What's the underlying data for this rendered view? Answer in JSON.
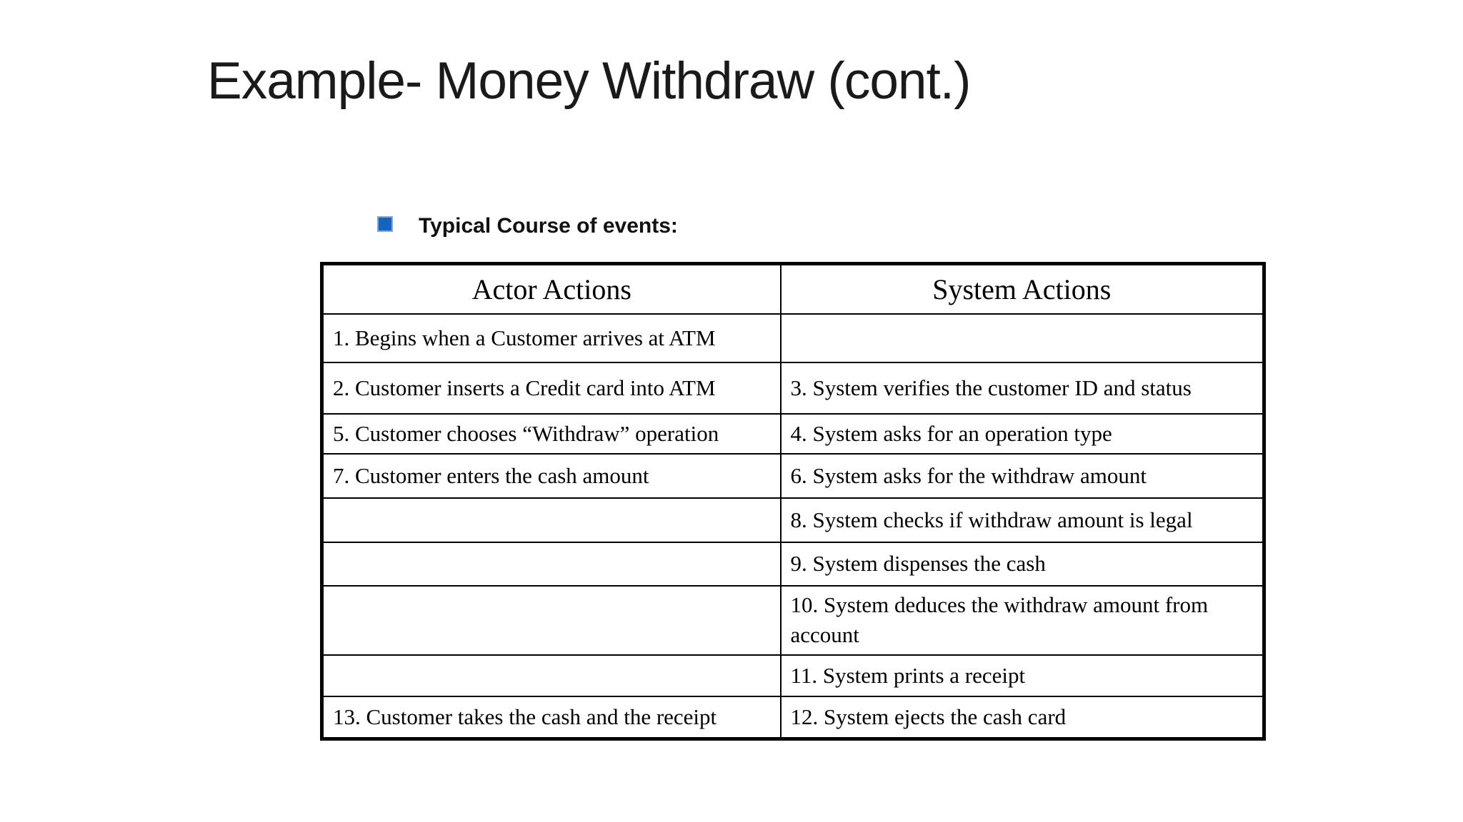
{
  "slide": {
    "title": "Example- Money Withdraw (cont.)",
    "bullet": {
      "label": "Typical Course of events:",
      "marker_color": "#1565c0"
    },
    "table": {
      "headers": {
        "actor": "Actor Actions",
        "system": "System Actions"
      },
      "rows": [
        {
          "actor": "1. Begins when a Customer arrives at ATM",
          "system": ""
        },
        {
          "actor": "2. Customer inserts a Credit card into ATM",
          "system": "3. System verifies the customer ID and status"
        },
        {
          "actor": "5. Customer chooses  “Withdraw” operation",
          "system": "4. System asks for an operation type"
        },
        {
          "actor": "7. Customer enters the cash amount",
          "system": "6. System asks for the withdraw amount"
        },
        {
          "actor": "",
          "system": "8. System checks if withdraw amount is legal"
        },
        {
          "actor": "",
          "system": "9. System dispenses the cash"
        },
        {
          "actor": "",
          "system": "10. System deduces the withdraw amount from account"
        },
        {
          "actor": "",
          "system": "11. System prints a receipt"
        },
        {
          "actor": "13. Customer takes the cash and the receipt",
          "system": "12. System ejects the cash card"
        }
      ]
    }
  }
}
